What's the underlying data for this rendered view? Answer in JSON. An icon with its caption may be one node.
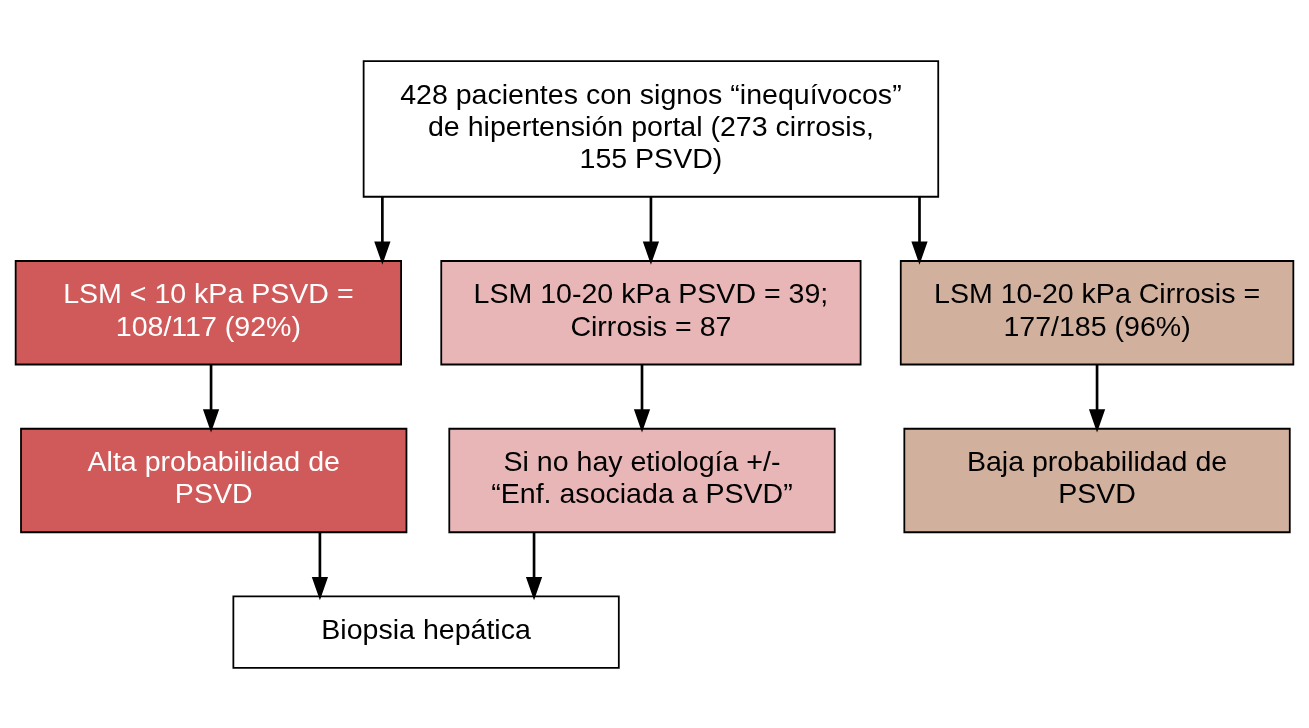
{
  "diagram": {
    "nodes": [
      {
        "text": [
          "428 pacientes con signos “inequívocos” de hipertensión portal (273 cirrosis, 155 PSVD)"
        ]
      },
      {
        "text": [
          "LSM < 10 kPa PSVD = 108/117 (92%)"
        ]
      },
      {
        "text": [
          "LSM 10-20 kPa PSVD = 39; Cirrosis = 87"
        ]
      },
      {
        "text": [
          "LSM 10-20 kPa Cirrosis = 177/185 (96%)"
        ]
      },
      {
        "text": [
          "Alta probabilidad de PSVD"
        ]
      },
      {
        "text": [
          "Si no hay etiología +/- “Enf. asociada a PSVD”"
        ]
      },
      {
        "text": [
          "Baja probabilidad de PSVD"
        ]
      },
      {
        "text": [
          "Biopsia hepática"
        ]
      }
    ],
    "edges": [
      {
        "from": 0,
        "to": 1,
        "arrow": "to"
      },
      {
        "from": 0,
        "to": 2,
        "arrow": "to"
      },
      {
        "from": 0,
        "to": 3,
        "arrow": "to"
      },
      {
        "from": 1,
        "to": 4,
        "arrow": "to"
      },
      {
        "from": 2,
        "to": 5,
        "arrow": "to"
      },
      {
        "from": 3,
        "to": 6,
        "arrow": "to"
      },
      {
        "from": 4,
        "to": 7,
        "arrow": "to"
      },
      {
        "from": 5,
        "to": 7,
        "arrow": "to"
      }
    ]
  }
}
